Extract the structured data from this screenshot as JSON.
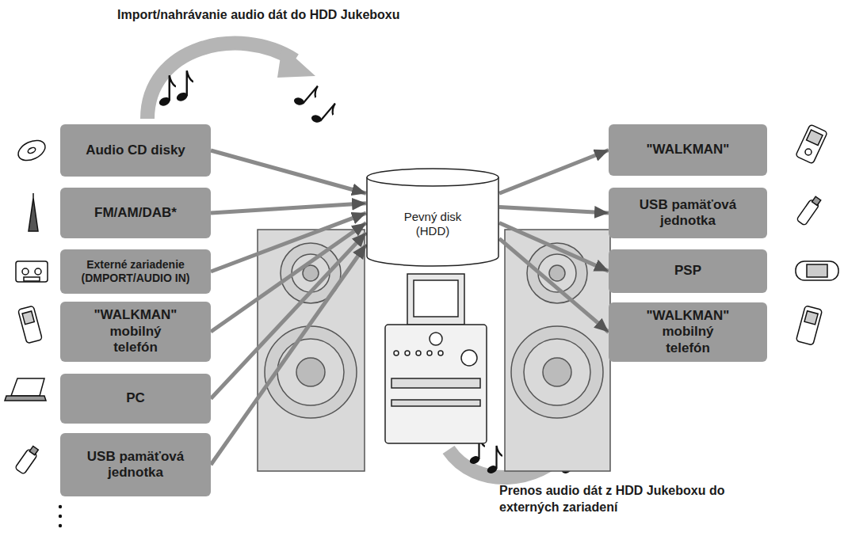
{
  "diagram": {
    "title": "Import/nahrávanie audio dát do HDD Jukeboxu",
    "caption": "Prenos audio dát z HDD Jukeboxu do externých zariadení",
    "nodes": [
      {
        "text": [
          "Audio CD disky"
        ]
      },
      {
        "text": [
          "FM/AM/DAB*"
        ]
      },
      {
        "text": [
          "Externé zariadenie (DMPORT/AUDIO IN)"
        ]
      },
      {
        "text": [
          "\"WALKMAN\" mobilný telefón"
        ]
      },
      {
        "text": [
          "PC"
        ]
      },
      {
        "text": [
          "USB pamäťová jednotka"
        ]
      },
      {
        "text": [
          "Pevný disk (HDD)"
        ]
      },
      {
        "text": [
          "\"WALKMAN\""
        ]
      },
      {
        "text": [
          "USB pamäťová jednotka"
        ]
      },
      {
        "text": [
          "PSP"
        ]
      },
      {
        "text": [
          "\"WALKMAN\" mobilný telefón"
        ]
      }
    ],
    "edges": [
      {
        "from": 0,
        "to": 6,
        "arrow": "to"
      },
      {
        "from": 1,
        "to": 6,
        "arrow": "to"
      },
      {
        "from": 2,
        "to": 6,
        "arrow": "to"
      },
      {
        "from": 3,
        "to": 6,
        "arrow": "to"
      },
      {
        "from": 4,
        "to": 6,
        "arrow": "to"
      },
      {
        "from": 5,
        "to": 6,
        "arrow": "to"
      },
      {
        "from": 6,
        "to": 7,
        "arrow": "to"
      },
      {
        "from": 6,
        "to": 8,
        "arrow": "to"
      },
      {
        "from": 6,
        "to": 9,
        "arrow": "to"
      },
      {
        "from": 6,
        "to": 10,
        "arrow": "to"
      }
    ]
  }
}
